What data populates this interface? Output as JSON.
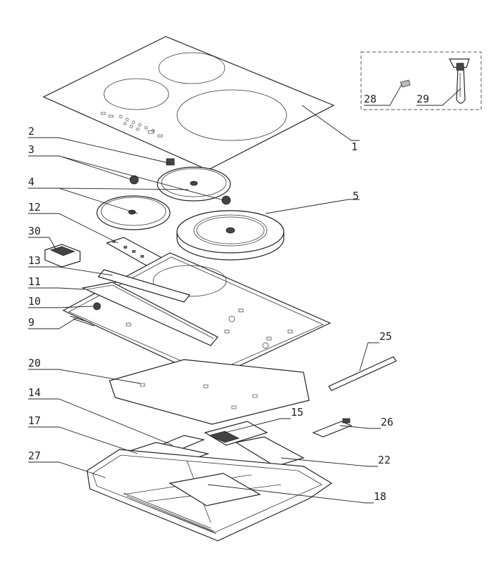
{
  "callouts": {
    "c1": "1",
    "c2": "2",
    "c3": "3",
    "c4": "4",
    "c5": "5",
    "c9": "9",
    "c10": "10",
    "c11": "11",
    "c12": "12",
    "c13": "13",
    "c14": "14",
    "c15": "15",
    "c17": "17",
    "c18": "18",
    "c20": "20",
    "c22": "22",
    "c25": "25",
    "c26": "26",
    "c27": "27",
    "c28": "28",
    "c29": "29",
    "c30": "30"
  }
}
